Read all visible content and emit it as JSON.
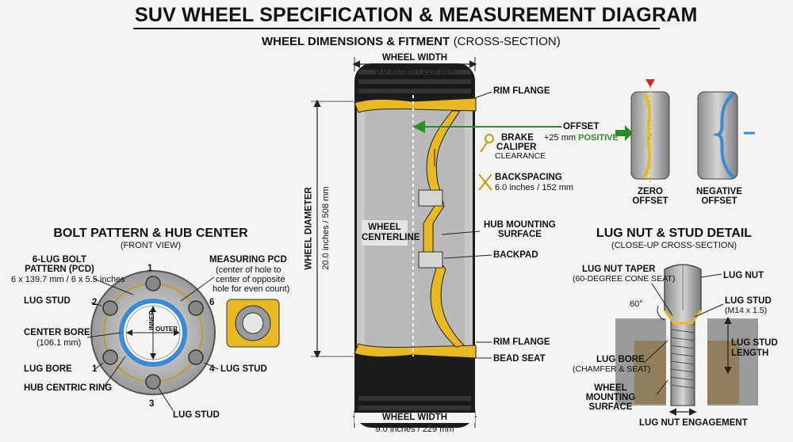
{
  "header": {
    "title": "SUV WHEEL SPECIFICATION & MEASUREMENT DIAGRAM"
  },
  "cross_section": {
    "title": "WHEEL DIMENSIONS & FITMENT",
    "title_suffix": "(CROSS-SECTION)",
    "width_label": "WHEEL WIDTH",
    "width_value": "9.0 inches / 229 mm",
    "diameter_label": "WHEEL DIAMETER",
    "diameter_value": "20.0 inches / 508 mm",
    "centerline_line1": "WHEEL",
    "centerline_line2": "CENTERLINE",
    "rim_flange_top": "RIM FLANGE",
    "offset_label": "OFFSET",
    "offset_value": "+25 mm",
    "offset_positive": "POSITIVE",
    "brake_line1": "BRAKE",
    "brake_line2": "CALIPER",
    "brake_line3": "CLEARANCE",
    "backspacing_label": "BACKSPACING",
    "backspacing_value": "6.0 inches / 152 mm",
    "hub_mount_line1": "HUB MOUNTING",
    "hub_mount_line2": "SURFACE",
    "backpad": "BACKPAD",
    "rim_flange_bottom": "RIM FLANGE",
    "bead_seat": "BEAD SEAT"
  },
  "offset_examples": {
    "zero_line1": "ZERO",
    "zero_line2": "OFFSET",
    "negative_line1": "NEGATIVE",
    "negative_line2": "OFFSET"
  },
  "bolt_pattern": {
    "title": "BOLT PATTERN & HUB CENTER",
    "subtitle": "(FRONT VIEW)",
    "pcd_line1": "6-LUG BOLT",
    "pcd_line2": "PATTERN (PCD)",
    "pcd_value": "6 x 139.7 mm / 6 x 5.5 inches",
    "measuring_title": "MEASURING PCD",
    "measuring_line1": "(center of hole to",
    "measuring_line2": "center of opposite",
    "measuring_line3": "hole for even count)",
    "lug_stud_left": "LUG STUD",
    "center_bore": "CENTER BORE",
    "center_bore_value": "(106.1 mm)",
    "lug_bore": "LUG BORE",
    "hub_ring": "HUB CENTRIC RING",
    "lug_stud_right": "LUG STUD",
    "lug_stud_bottom": "LUG STUD",
    "inner": "INNER",
    "outer": "OUTER",
    "hole_numbers": [
      "1",
      "2",
      "6",
      "1",
      "4",
      "3"
    ]
  },
  "lug_detail": {
    "title": "LUG NUT & STUD DETAIL",
    "subtitle": "(CLOSE-UP CROSS-SECTION)",
    "taper_title": "LUG NUT TAPER",
    "taper_sub": "(60-DEGREE CONE SEAT)",
    "lug_nut": "LUG NUT",
    "angle": "60°",
    "lug_stud": "LUG STUD",
    "lug_stud_size": "(M14 x 1.5)",
    "stud_length_line1": "LUG STUD",
    "stud_length_line2": "LENGTH",
    "lug_bore": "LUG BORE",
    "lug_bore_sub": "(CHAMFER & SEAT)",
    "mount_line1": "WHEEL",
    "mount_line2": "MOUNTING",
    "mount_line3": "SURFACE",
    "engagement": "LUG NUT ENGAGEMENT"
  },
  "colors": {
    "accent_yellow": "#e8b923",
    "offset_green": "#2e8b2e",
    "negative_blue": "#3b8ad8",
    "zero_red": "#d8242a"
  }
}
